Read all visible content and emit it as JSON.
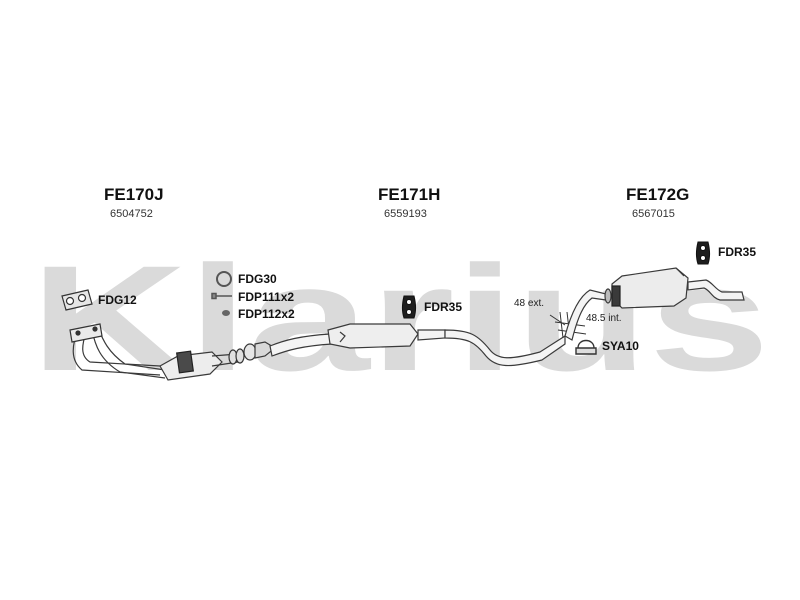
{
  "watermark": {
    "text": "Klarius",
    "color": "#d9d9d9"
  },
  "sections": [
    {
      "code": "FE170J",
      "number": "6504752"
    },
    {
      "code": "FE171H",
      "number": "6559193"
    },
    {
      "code": "FE172G",
      "number": "6567015"
    }
  ],
  "accessories": {
    "fdg12": "FDG12",
    "fdg30": "FDG30",
    "fdp111": "FDP111x2",
    "fdp112": "FDP112x2",
    "fdr35_mid": "FDR35",
    "fdr35_rear": "FDR35",
    "sya10": "SYA10"
  },
  "dimensions": {
    "ext": "48 ext.",
    "int": "48.5 int."
  },
  "colors": {
    "pipe_fill": "#f2f2f2",
    "pipe_stroke": "#3a3a3a",
    "part_dark": "#2a2a2a"
  }
}
